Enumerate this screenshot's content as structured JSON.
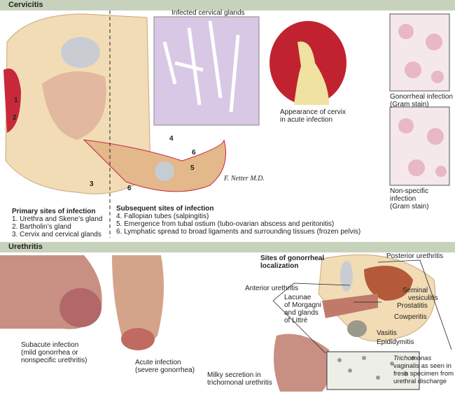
{
  "sections": {
    "cervicitis": "Cervicitis",
    "urethritis": "Urethritis"
  },
  "cervicitis": {
    "infected_glands": "Infected cervical glands",
    "cervix_caption": [
      "Appearance of cervix",
      "in acute infection"
    ],
    "gonorrheal_caption": [
      "Gonorrheal infection",
      "(Gram stain)"
    ],
    "nonspecific_caption": [
      "Non-specific infection",
      "(Gram stain)"
    ],
    "markers": [
      "1",
      "2",
      "3",
      "4",
      "5",
      "6",
      "6"
    ],
    "primary": {
      "title": "Primary sites of infection",
      "items": [
        "1. Urethra and Skene’s gland",
        "2. Bartholin’s gland",
        "3. Cervix and cervical glands"
      ]
    },
    "subsequent": {
      "title": "Subsequent sites of infection",
      "items": [
        "4. Fallopian tubes (salpingitis)",
        "5. Emergence from tubal ostium (tubo-ovarian abscess and peritonitis)",
        "6. Lymphatic spread to broad ligaments and surrounding tissues (frozen pelvis)"
      ]
    },
    "signature": "F. Netter M.D."
  },
  "urethritis": {
    "subacute": [
      "Subacute infection",
      "(mild gonorrhea or",
      "nonspecific urethritis)"
    ],
    "acute": [
      "Acute infection",
      "(severe gonorrhea)"
    ],
    "sites_title": [
      "Sites of gonorrheal",
      "localization"
    ],
    "labels": {
      "posterior": "Posterior urethritis",
      "anterior": "Anterior urethritis",
      "lacunae": [
        "Lacunae",
        "of Morgagni",
        "and glands",
        "of Littré"
      ],
      "seminal": [
        "Seminal",
        "vesiculitis"
      ],
      "prostatitis": "Prostatitis",
      "cowperitis": "Cowperitis",
      "vasitis": "Vasitis",
      "epididymitis": "Epididymitis"
    },
    "milky": [
      "Milky secretion in",
      "trichomonal urethritis"
    ],
    "trichomonas_italic": "Trichomonas",
    "trichomonas": [
      "vaginalis as seen in",
      "fresh specimen from",
      "urethral discharge"
    ]
  }
}
